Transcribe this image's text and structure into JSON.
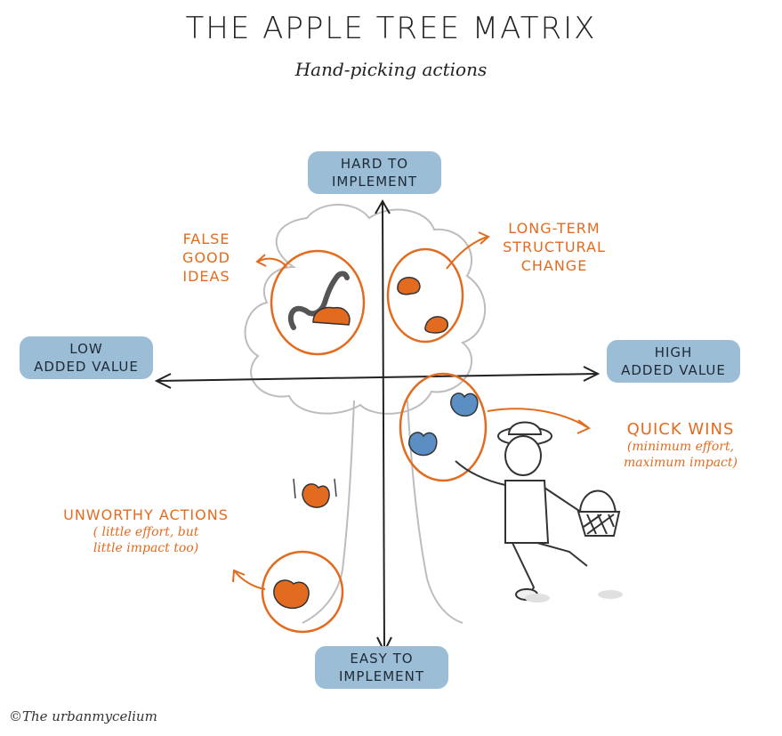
{
  "title": "THE APPLE TREE MATRIX",
  "subtitle": "Hand-picking actions",
  "axes": {
    "top": [
      "HARD TO",
      "IMPLEMENT"
    ],
    "bottom": [
      "EASY TO",
      "IMPLEMENT"
    ],
    "left": [
      "LOW",
      "ADDED VALUE"
    ],
    "right": [
      "HIGH",
      "ADDED VALUE"
    ]
  },
  "quadrants": {
    "false_good_ideas": [
      "FALSE",
      "GOOD",
      "IDEAS"
    ],
    "long_term": [
      "LONG-TERM",
      "STRUCTURAL",
      "CHANGE"
    ],
    "quick_wins": {
      "title": "QUICK WINS",
      "detail": [
        "(minimum effort,",
        "maximum impact)"
      ]
    },
    "unworthy": {
      "title": "UNWORTHY ACTIONS",
      "detail": [
        "( little effort, but",
        "little impact too)"
      ]
    }
  },
  "credit": "©The urbanmycelium",
  "colors": {
    "accent": "#e36b1f",
    "pill": "#9cbdd6",
    "apple_blue": "#5b8fc4",
    "ink": "#222222"
  }
}
